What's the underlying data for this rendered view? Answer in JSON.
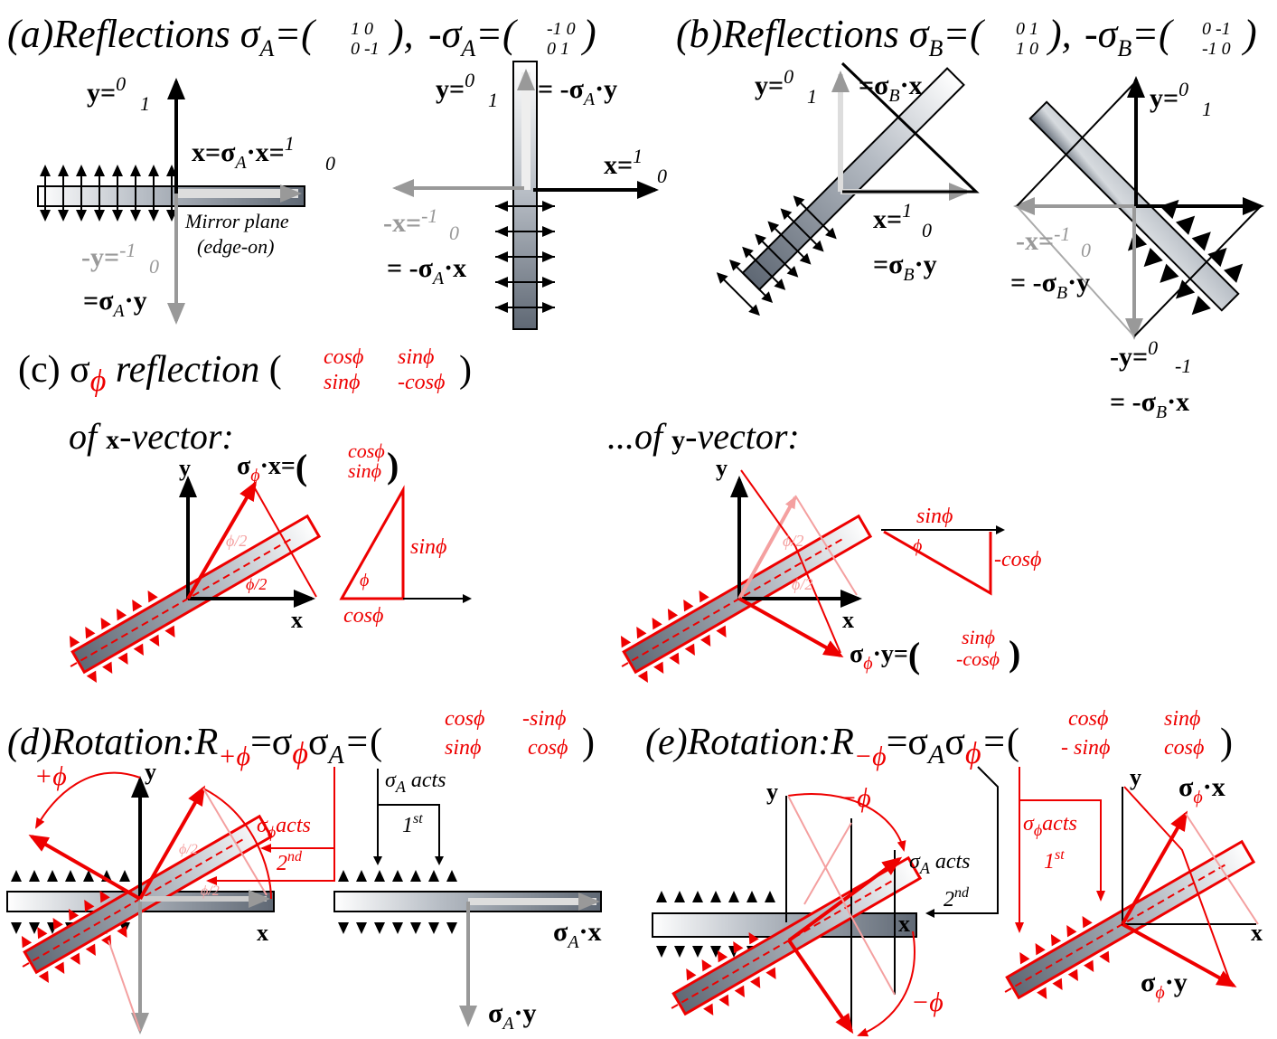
{
  "panels": {
    "a": {
      "heading": "(a)Reflections σ",
      "heading_sub": "A",
      "matrix_pos": [
        "1 0",
        "0 -1"
      ],
      "neg_heading": "-σ",
      "matrix_neg": [
        "-1 0",
        "0 1"
      ],
      "y_label": "y=",
      "y_vec": [
        "0",
        "1"
      ],
      "x_label": "x=σ",
      "x_sub": "A",
      "x_label2": "·x=",
      "x_vec": [
        "1",
        "0"
      ],
      "mirror_line1": "Mirror plane",
      "mirror_line2": "(edge-on)",
      "negy_label": "-y=",
      "negy_vec": [
        "-1",
        "0"
      ],
      "sigma_y_label": "=σ",
      "sigma_y_tail": "·y",
      "right_y_label": "y=",
      "right_y_vec": [
        "0",
        "1"
      ],
      "right_negsig_y": "= -σ",
      "right_negsig_y_tail": "·y",
      "right_x_label": "x=",
      "right_x_vec": [
        "1",
        "0"
      ],
      "right_negx_label": "-x=",
      "right_negx_vec": [
        "-1",
        "0"
      ],
      "right_negsig_x": "= -σ",
      "right_negsig_x_tail": "·x"
    },
    "b": {
      "heading": "(b)Reflections σ",
      "heading_sub": "B",
      "matrix_pos": [
        "0 1",
        "1 0"
      ],
      "neg_heading": "-σ",
      "matrix_neg": [
        "0 -1",
        "-1 0"
      ],
      "y_label": "y=",
      "y_vec": [
        "0",
        "1"
      ],
      "sigb_x": "=σ",
      "sigb_x_tail": "·x",
      "x_label": "x=",
      "x_vec": [
        "1",
        "0"
      ],
      "sigb_y": "=σ",
      "sigb_y_tail": "·y",
      "r_y_label": "y=",
      "r_y_vec": [
        "0",
        "1"
      ],
      "r_negx_label": "-x=",
      "r_negx_vec": [
        "-1",
        "0"
      ],
      "r_negsig_y": "= -σ",
      "r_negsig_y_tail": "·y",
      "r_negy_label": "-y=",
      "r_negy_vec": [
        "0",
        "-1"
      ],
      "r_negsig_x": "= -σ",
      "r_negsig_x_tail": "·x"
    },
    "c": {
      "heading": "(c) σ",
      "heading_phi": "ϕ",
      "heading_tail": " reflection",
      "matrix": [
        "cosϕ",
        "sinϕ",
        "sinϕ",
        "-cosϕ"
      ],
      "of_x": "of ",
      "of_x_bold": "x",
      "of_x_tail": "-vector:",
      "of_y": "...of ",
      "of_y_bold": "y",
      "of_y_tail": "-vector:",
      "sig_x": "σ",
      "sig_x_tail": "·x=",
      "sig_x_vec": [
        "cosϕ",
        "sinϕ"
      ],
      "sig_y": "σ",
      "sig_y_tail": "·y=",
      "sig_y_vec": [
        "sinϕ",
        "-cosϕ"
      ],
      "half_phi": "ϕ/2",
      "phi": "ϕ",
      "sin_label": "sinϕ",
      "cos_label": "cosϕ",
      "negcos_label": "-cosϕ",
      "x_axis": "x",
      "y_axis": "y"
    },
    "d": {
      "heading": "(d)Rotation:R",
      "heading_sub": "+ϕ",
      "heading_mid": "=σ",
      "heading_phi": "ϕ",
      "heading_sig": "σ",
      "heading_sub2": "A",
      "heading_eq": "=",
      "matrix": [
        "cosϕ",
        "-sinϕ",
        "sinϕ",
        "cosϕ"
      ],
      "plus_phi": "+ϕ",
      "sig_phi_acts": "σ",
      "sig_phi_acts_tail": "acts",
      "second": "2",
      "second_sup": "nd",
      "sigA_acts": "σ",
      "sigA_acts_sub": "A",
      "sigA_acts_tail": " acts",
      "first": "1",
      "first_sup": "st",
      "sigA_x": "σ",
      "sigA_x_tail": "·x",
      "sigA_y": "σ",
      "sigA_y_tail": "·y",
      "x_axis": "x",
      "y_axis": "y",
      "half_phi": "ϕ/2"
    },
    "e": {
      "heading": "(e)Rotation:R",
      "heading_sub": "−ϕ",
      "heading_mid": "=σ",
      "heading_sub2": "A",
      "heading_sig": "σ",
      "heading_phi": "ϕ",
      "heading_eq": "=",
      "matrix": [
        "cosϕ",
        "sinϕ",
        "- sinϕ",
        "cosϕ"
      ],
      "minus_phi": "−ϕ",
      "sigA_acts": "σ",
      "sigA_acts_sub": "A",
      "sigA_acts_tail": " acts",
      "second": "2",
      "second_sup": "nd",
      "sig_phi_acts": "σ",
      "sig_phi_acts_tail": "acts",
      "first": "1",
      "first_sup": "st",
      "sig_phi_x": "σ",
      "sig_phi_x_tail": "·x",
      "sig_phi_y": "σ",
      "sig_phi_y_tail": "·y",
      "x_axis": "x",
      "y_axis": "y"
    }
  },
  "colors": {
    "black": "#000000",
    "red": "#e00000",
    "pink": "#f4a0a0",
    "gray": "#999999",
    "bar_dark": "#6e7682",
    "bar_light": "#f2f4f6"
  }
}
